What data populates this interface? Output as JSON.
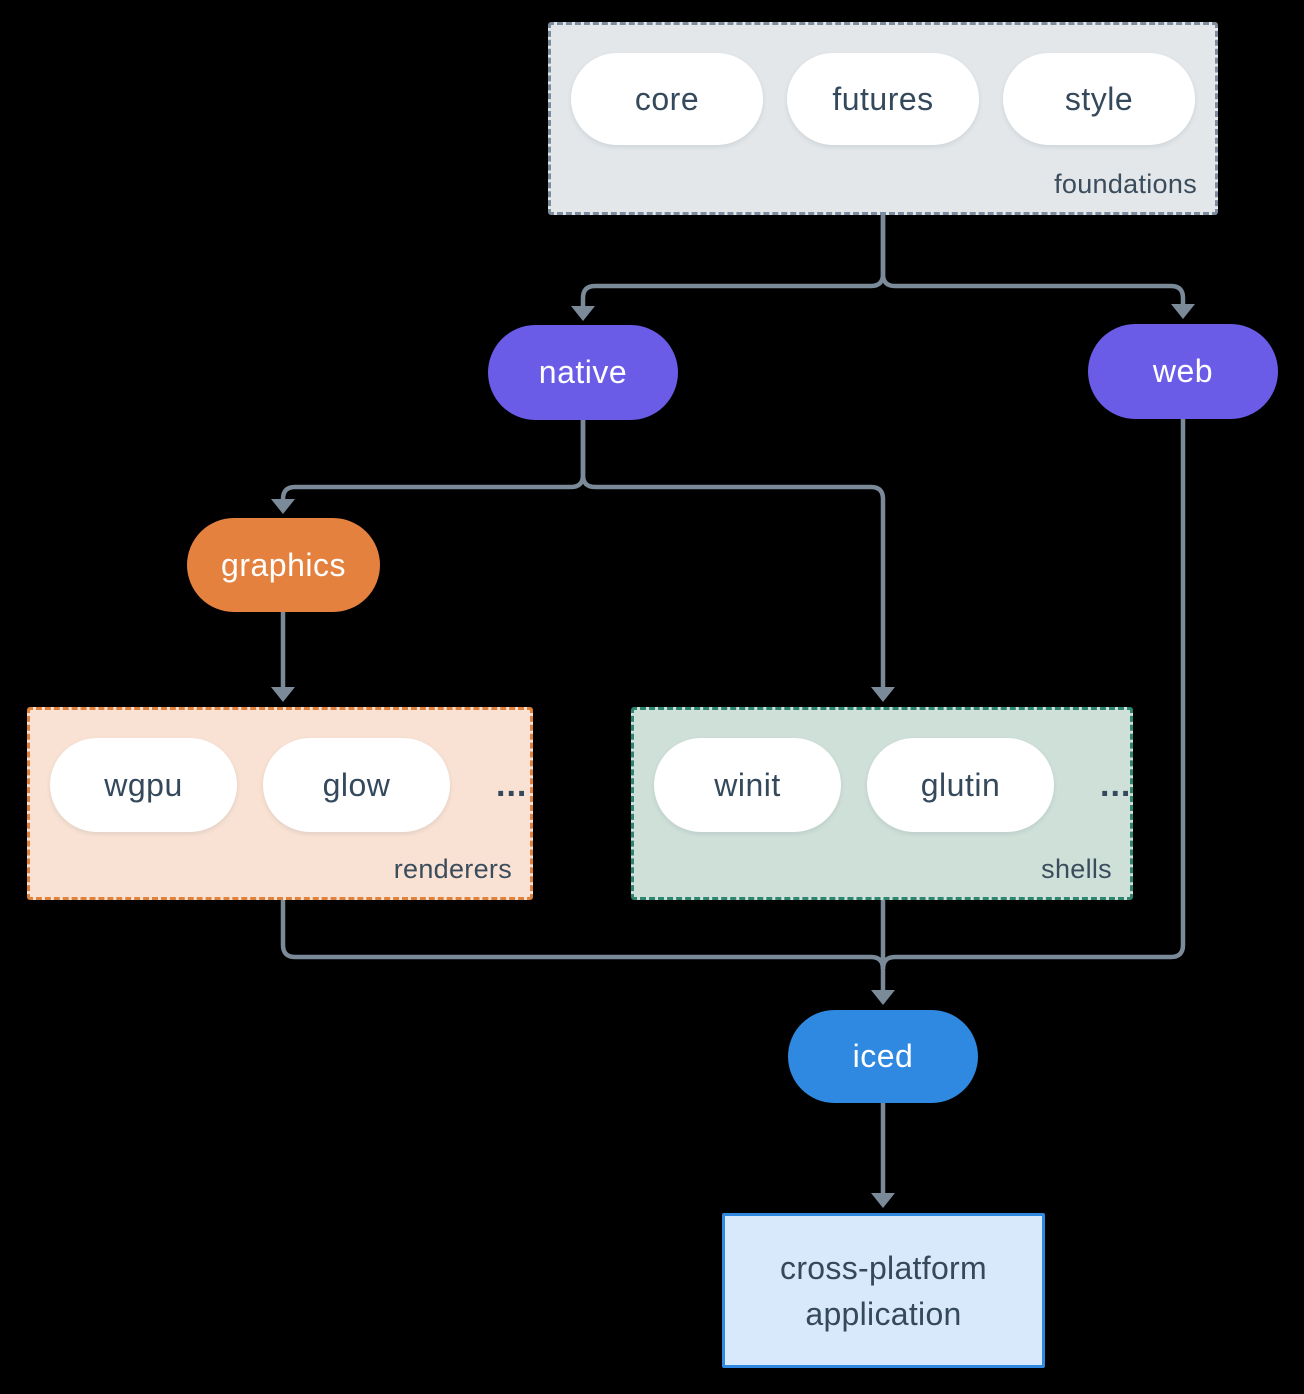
{
  "colors": {
    "background": "#000000",
    "connector": "#7b8a99",
    "purple": "#6b5ce8",
    "orange": "#e5813e",
    "blue": "#2f89e0",
    "foundations_fill": "#e3e7ea",
    "foundations_border": "#7d8c9e",
    "renderers_fill": "#f9e2d3",
    "renderers_border": "#e0813c",
    "shells_fill": "#cfe0d9",
    "shells_border": "#2e8570",
    "app_fill": "#d7e9fa",
    "app_border": "#2f89e0",
    "pill_text": "#35495c"
  },
  "foundations": {
    "label": "foundations",
    "pills": [
      "core",
      "futures",
      "style"
    ]
  },
  "native": {
    "label": "native"
  },
  "web": {
    "label": "web"
  },
  "graphics": {
    "label": "graphics"
  },
  "renderers": {
    "label": "renderers",
    "pills": [
      "wgpu",
      "glow"
    ],
    "more": "..."
  },
  "shells": {
    "label": "shells",
    "pills": [
      "winit",
      "glutin"
    ],
    "more": "..."
  },
  "iced": {
    "label": "iced"
  },
  "application": {
    "lines": [
      "cross-platform",
      "application"
    ]
  }
}
